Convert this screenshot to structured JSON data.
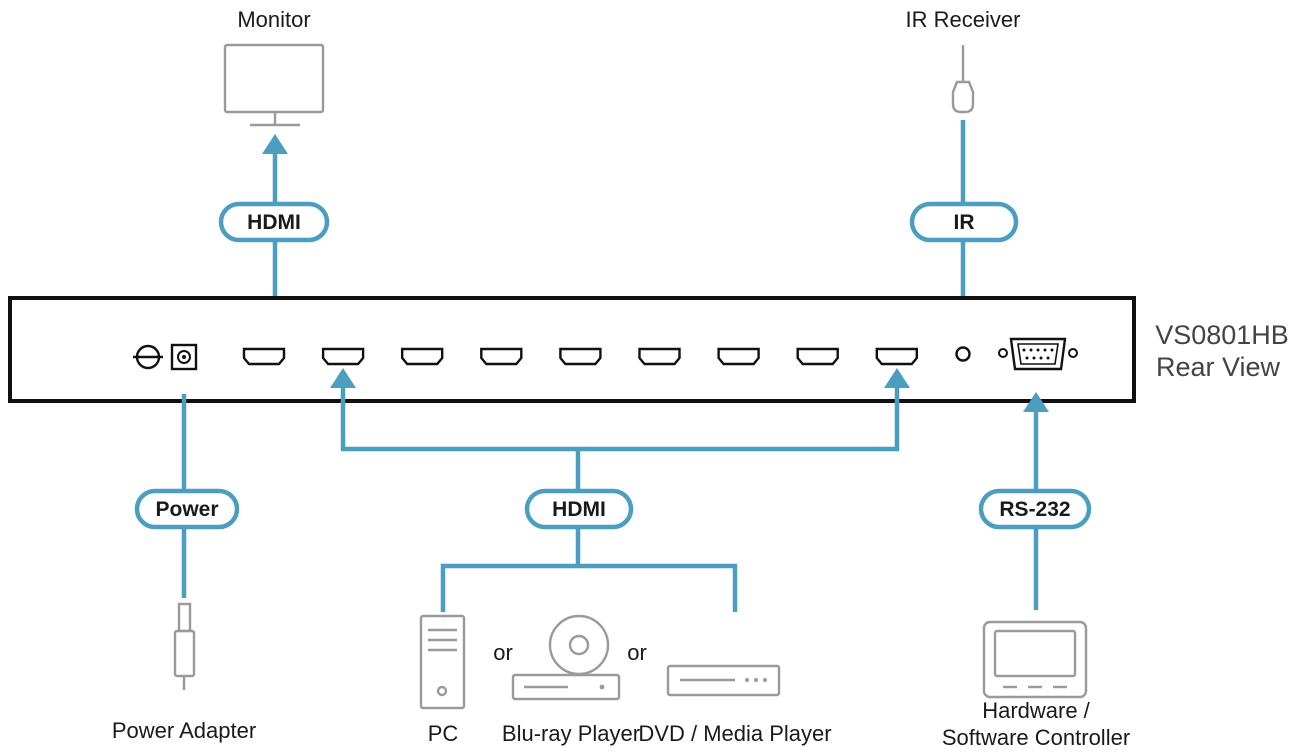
{
  "device": {
    "model": "VS0801HB",
    "view": "Rear View",
    "hdmi_input_ports": 8,
    "hdmi_output_ports": 1
  },
  "labels": {
    "monitor": "Monitor",
    "ir_receiver": "IR Receiver",
    "power_adapter": "Power Adapter",
    "pc": "PC",
    "bluray": "Blu-ray Player",
    "dvd": "DVD / Media Player",
    "or_1": "or",
    "or_2": "or",
    "controller_line1": "Hardware /",
    "controller_line2": "Software Controller"
  },
  "connections": {
    "hdmi_out": "HDMI",
    "ir": "IR",
    "power": "Power",
    "hdmi_in": "HDMI",
    "rs232": "RS-232"
  },
  "colors": {
    "cable": "#4c9ec0",
    "device_outline": "#9a9a9a",
    "unit_outline": "#111111"
  },
  "icons": {
    "monitor": "monitor-icon",
    "ir_receiver": "ir-receiver-icon",
    "power_adapter": "power-adapter-icon",
    "pc": "pc-tower-icon",
    "bluray": "bluray-player-icon",
    "dvd": "dvd-player-icon",
    "controller": "controller-icon",
    "ground": "ground-icon"
  }
}
